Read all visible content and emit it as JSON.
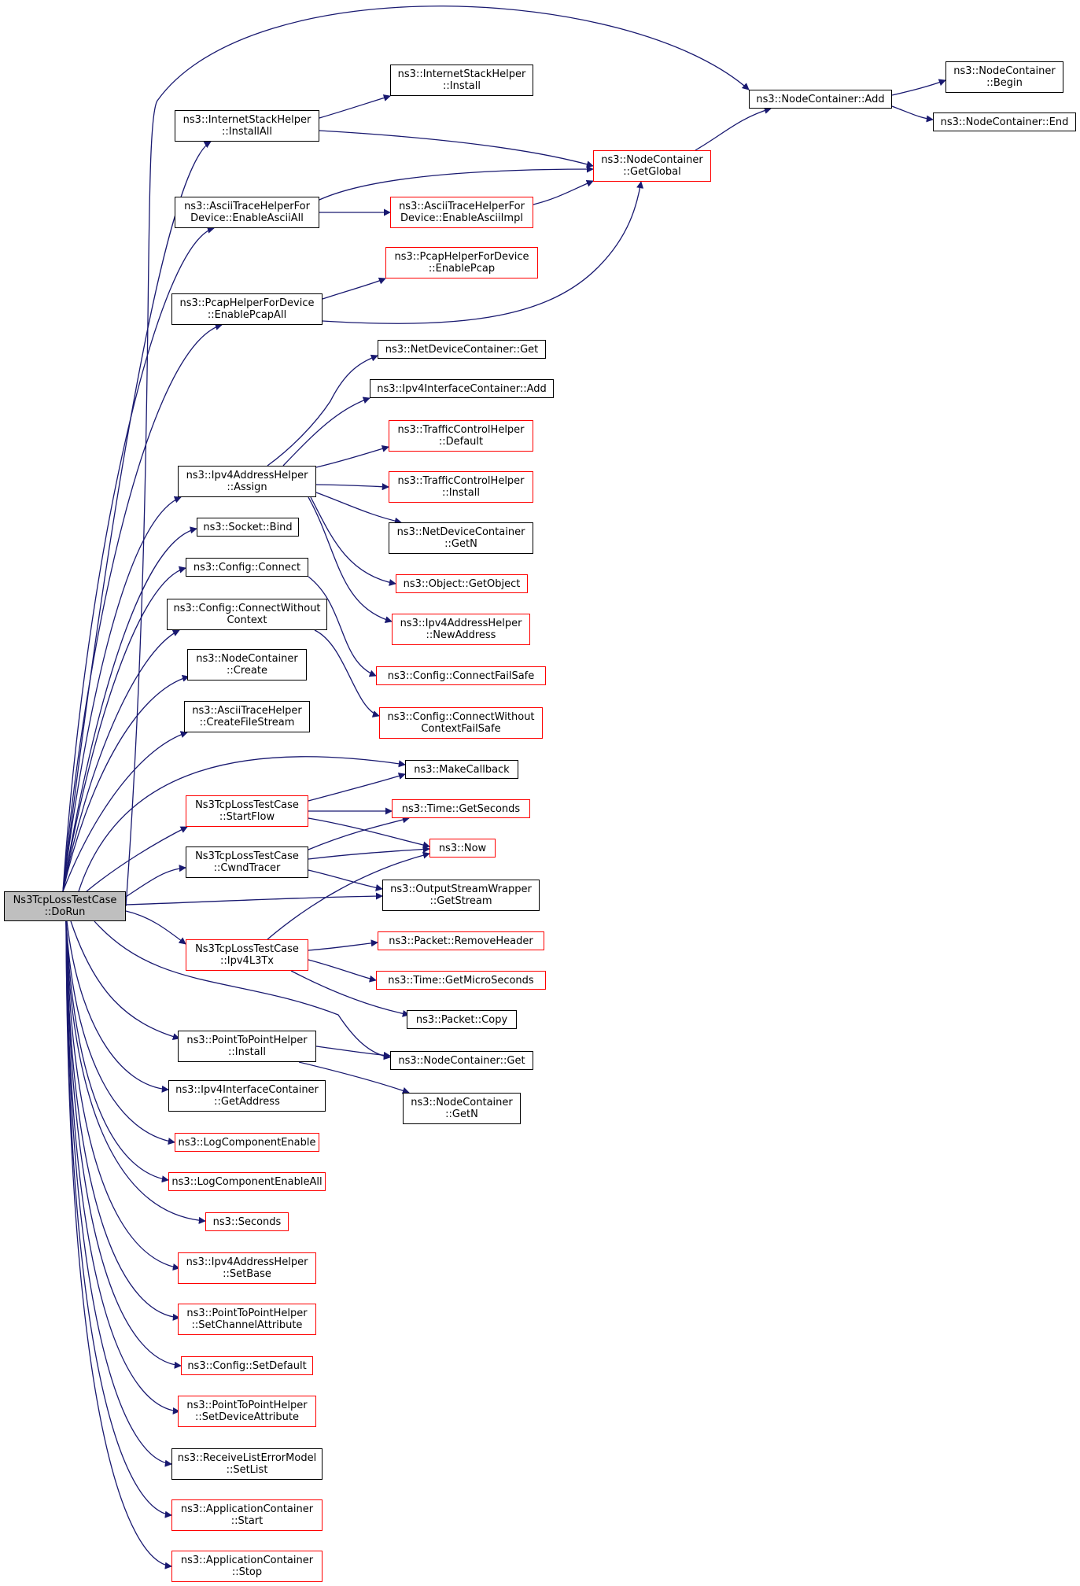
{
  "graph": {
    "colors": {
      "edge": "#191970",
      "default_border": "#000000",
      "incomplete_border": "#ff0000",
      "root_fill": "#bfbfbf"
    },
    "root": {
      "line1": "Ns3TcpLossTestCase",
      "line2": "::DoRun"
    },
    "nodes": {
      "nc_add": {
        "line1": "ns3::NodeContainer::Add"
      },
      "nc_begin": {
        "line1": "ns3::NodeContainer",
        "line2": "::Begin"
      },
      "nc_end": {
        "line1": "ns3::NodeContainer::End"
      },
      "ish_install": {
        "line1": "ns3::InternetStackHelper",
        "line2": "::Install"
      },
      "ish_installall": {
        "line1": "ns3::InternetStackHelper",
        "line2": "::InstallAll"
      },
      "nc_getglobal": {
        "line1": "ns3::NodeContainer",
        "line2": "::GetGlobal"
      },
      "ath_enableasciiall": {
        "line1": "ns3::AsciiTraceHelperFor",
        "line2": "Device::EnableAsciiAll"
      },
      "ath_enableasciiimpl": {
        "line1": "ns3::AsciiTraceHelperFor",
        "line2": "Device::EnableAsciiImpl"
      },
      "php_enablepcap": {
        "line1": "ns3::PcapHelperForDevice",
        "line2": "::EnablePcap"
      },
      "php_enablepcapall": {
        "line1": "ns3::PcapHelperForDevice",
        "line2": "::EnablePcapAll"
      },
      "ndc_get": {
        "line1": "ns3::NetDeviceContainer::Get"
      },
      "iic_add": {
        "line1": "ns3::Ipv4InterfaceContainer::Add"
      },
      "tch_default": {
        "line1": "ns3::TrafficControlHelper",
        "line2": "::Default"
      },
      "iah_assign": {
        "line1": "ns3::Ipv4AddressHelper",
        "line2": "::Assign"
      },
      "tch_install": {
        "line1": "ns3::TrafficControlHelper",
        "line2": "::Install"
      },
      "socket_bind": {
        "line1": "ns3::Socket::Bind"
      },
      "ndc_getn": {
        "line1": "ns3::NetDeviceContainer",
        "line2": "::GetN"
      },
      "config_connect": {
        "line1": "ns3::Config::Connect"
      },
      "object_getobject": {
        "line1": "ns3::Object::GetObject"
      },
      "config_connectwithout": {
        "line1": "ns3::Config::ConnectWithout",
        "line2": "Context"
      },
      "iah_newaddress": {
        "line1": "ns3::Ipv4AddressHelper",
        "line2": "::NewAddress"
      },
      "nc_create": {
        "line1": "ns3::NodeContainer",
        "line2": "::Create"
      },
      "config_connectfailsafe": {
        "line1": "ns3::Config::ConnectFailSafe"
      },
      "config_connectwithoutfailsafe": {
        "line1": "ns3::Config::ConnectWithout",
        "line2": "ContextFailSafe"
      },
      "ath_createfilestream": {
        "line1": "ns3::AsciiTraceHelper",
        "line2": "::CreateFileStream"
      },
      "makecallback": {
        "line1": "ns3::MakeCallback"
      },
      "startflow": {
        "line1": "Ns3TcpLossTestCase",
        "line2": "::StartFlow"
      },
      "time_getseconds": {
        "line1": "ns3::Time::GetSeconds"
      },
      "now": {
        "line1": "ns3::Now"
      },
      "cwndtracer": {
        "line1": "Ns3TcpLossTestCase",
        "line2": "::CwndTracer"
      },
      "osw_getstream": {
        "line1": "ns3::OutputStreamWrapper",
        "line2": "::GetStream"
      },
      "packet_removeheader": {
        "line1": "ns3::Packet::RemoveHeader"
      },
      "ipv4l3tx": {
        "line1": "Ns3TcpLossTestCase",
        "line2": "::Ipv4L3Tx"
      },
      "time_getmicroseconds": {
        "line1": "ns3::Time::GetMicroSeconds"
      },
      "packet_copy": {
        "line1": "ns3::Packet::Copy"
      },
      "p2p_install": {
        "line1": "ns3::PointToPointHelper",
        "line2": "::Install"
      },
      "nc_get": {
        "line1": "ns3::NodeContainer::Get"
      },
      "nc_getn": {
        "line1": "ns3::NodeContainer",
        "line2": "::GetN"
      },
      "iic_getaddress": {
        "line1": "ns3::Ipv4InterfaceContainer",
        "line2": "::GetAddress"
      },
      "logcomponentenable": {
        "line1": "ns3::LogComponentEnable"
      },
      "logcomponentenableall": {
        "line1": "ns3::LogComponentEnableAll"
      },
      "seconds": {
        "line1": "ns3::Seconds"
      },
      "iah_setbase": {
        "line1": "ns3::Ipv4AddressHelper",
        "line2": "::SetBase"
      },
      "p2p_setchannelattribute": {
        "line1": "ns3::PointToPointHelper",
        "line2": "::SetChannelAttribute"
      },
      "config_setdefault": {
        "line1": "ns3::Config::SetDefault"
      },
      "p2p_setdeviceattribute": {
        "line1": "ns3::PointToPointHelper",
        "line2": "::SetDeviceAttribute"
      },
      "rlem_setlist": {
        "line1": "ns3::ReceiveListErrorModel",
        "line2": "::SetList"
      },
      "ac_start": {
        "line1": "ns3::ApplicationContainer",
        "line2": "::Start"
      },
      "ac_stop": {
        "line1": "ns3::ApplicationContainer",
        "line2": "::Stop"
      }
    }
  }
}
